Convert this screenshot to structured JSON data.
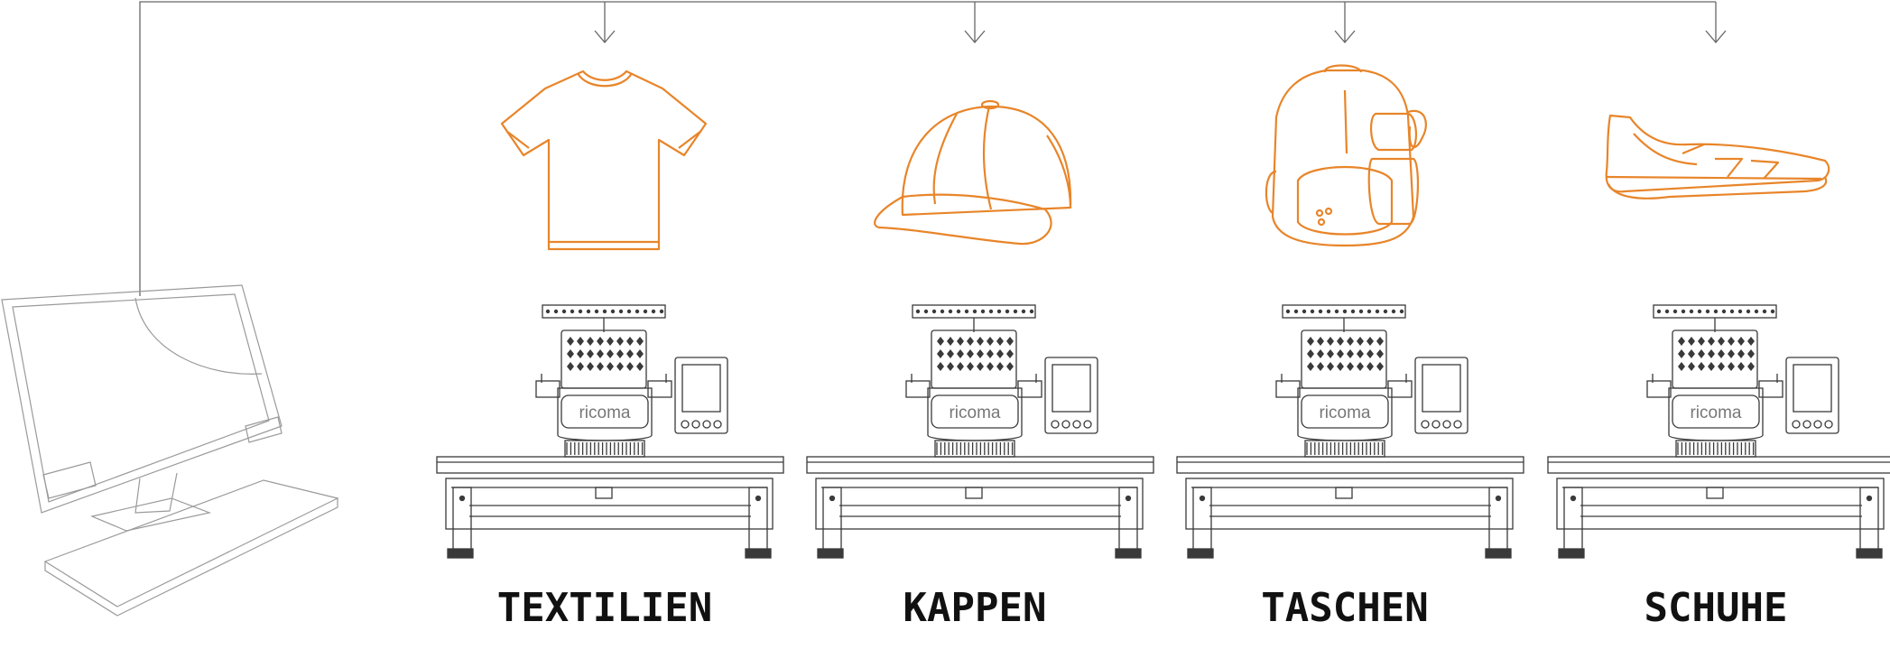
{
  "colors": {
    "accent": "#e8852a",
    "machine": "#3a3a3a",
    "line": "#555555",
    "monitor": "#9a9a9a",
    "label": "#111111"
  },
  "machine_brand": "ricoma",
  "targets": [
    {
      "label": "TEXTILIEN",
      "icon": "t-shirt-icon"
    },
    {
      "label": "KAPPEN",
      "icon": "cap-icon"
    },
    {
      "label": "TASCHEN",
      "icon": "backpack-icon"
    },
    {
      "label": "SCHUHE",
      "icon": "shoe-icon"
    }
  ]
}
